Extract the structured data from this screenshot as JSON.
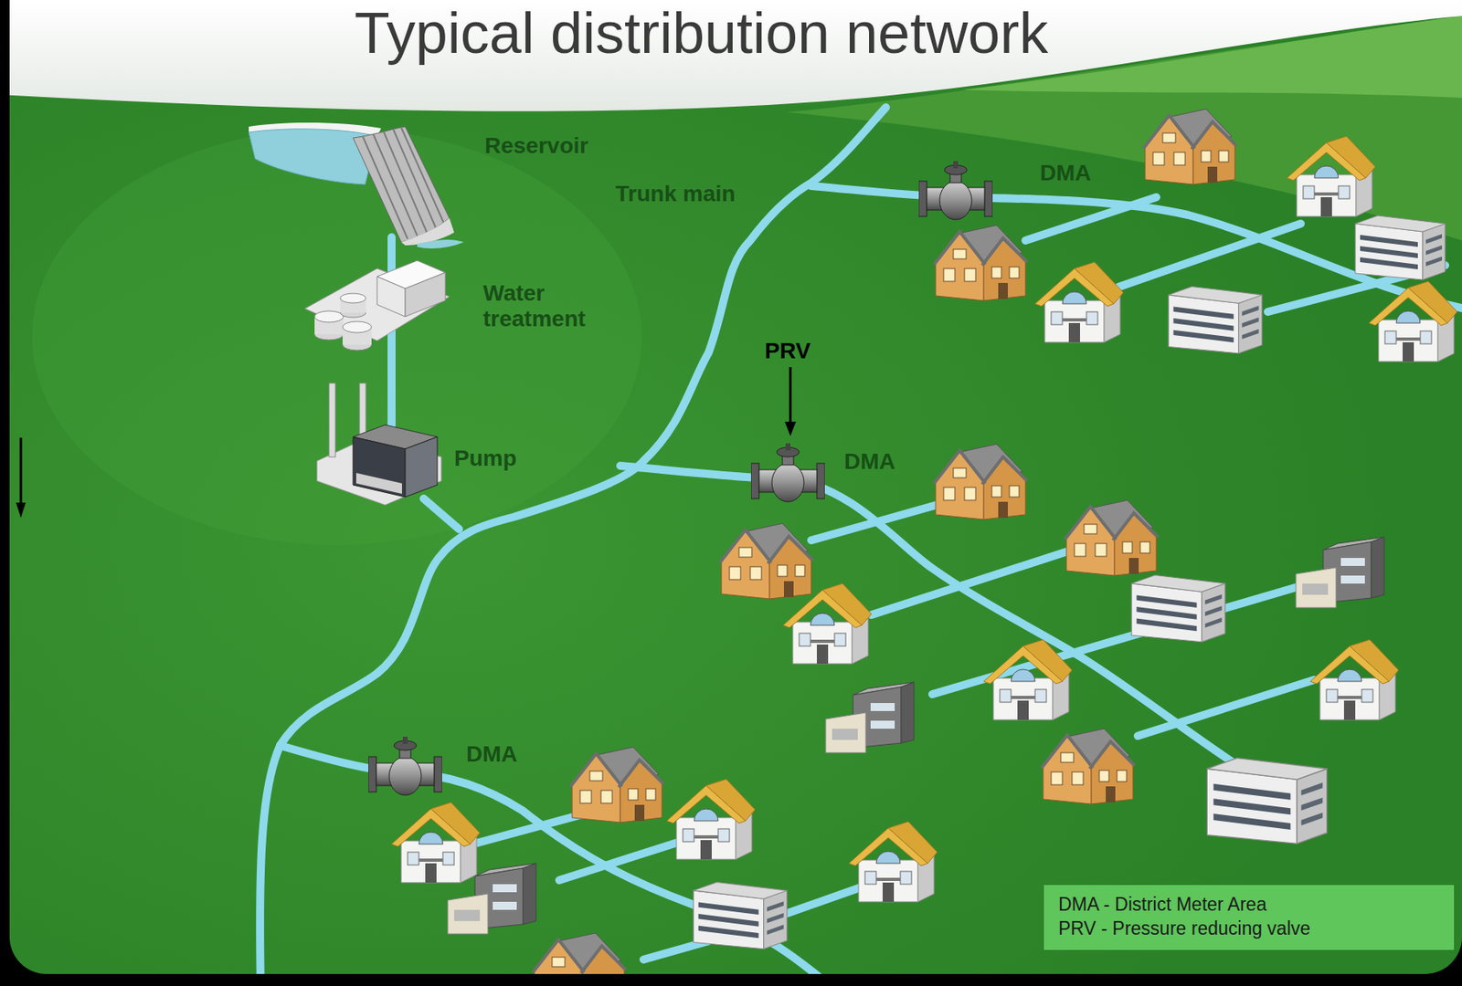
{
  "diagram": {
    "title": "Typical distribution network",
    "nodes": [
      {
        "text": [
          "DMA - District Meter Area",
          "PRV - Pressure reducing valve"
        ]
      }
    ],
    "labels": [
      "Reservoir",
      "Trunk main",
      "DMA",
      "Water treatment",
      "PRV",
      "Pump",
      "DMA",
      "DMA"
    ]
  }
}
